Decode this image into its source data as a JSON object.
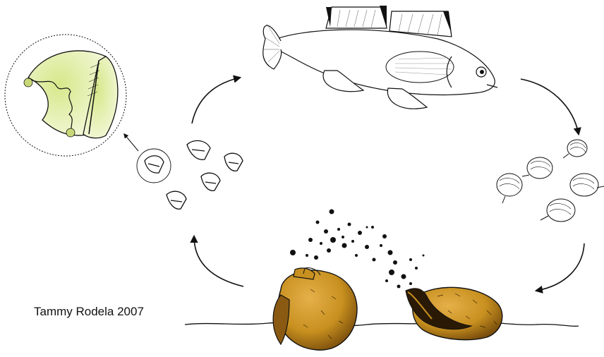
{
  "diagram": {
    "credit": "Tammy Rodela 2007",
    "stages": [
      {
        "id": "host-fish",
        "name": "host fish with encysted larvae"
      },
      {
        "id": "juveniles",
        "name": "juvenile mussels"
      },
      {
        "id": "adult-mussels",
        "name": "adult mussels"
      },
      {
        "id": "glochidia",
        "name": "free glochidia"
      },
      {
        "id": "glochidium-detail",
        "name": "magnified glochidium"
      }
    ],
    "colors": {
      "shell": "#c8901f",
      "shell_dark": "#7a4e0d",
      "glochidium_fill": "#e8f0c8",
      "line": "#111111"
    }
  }
}
